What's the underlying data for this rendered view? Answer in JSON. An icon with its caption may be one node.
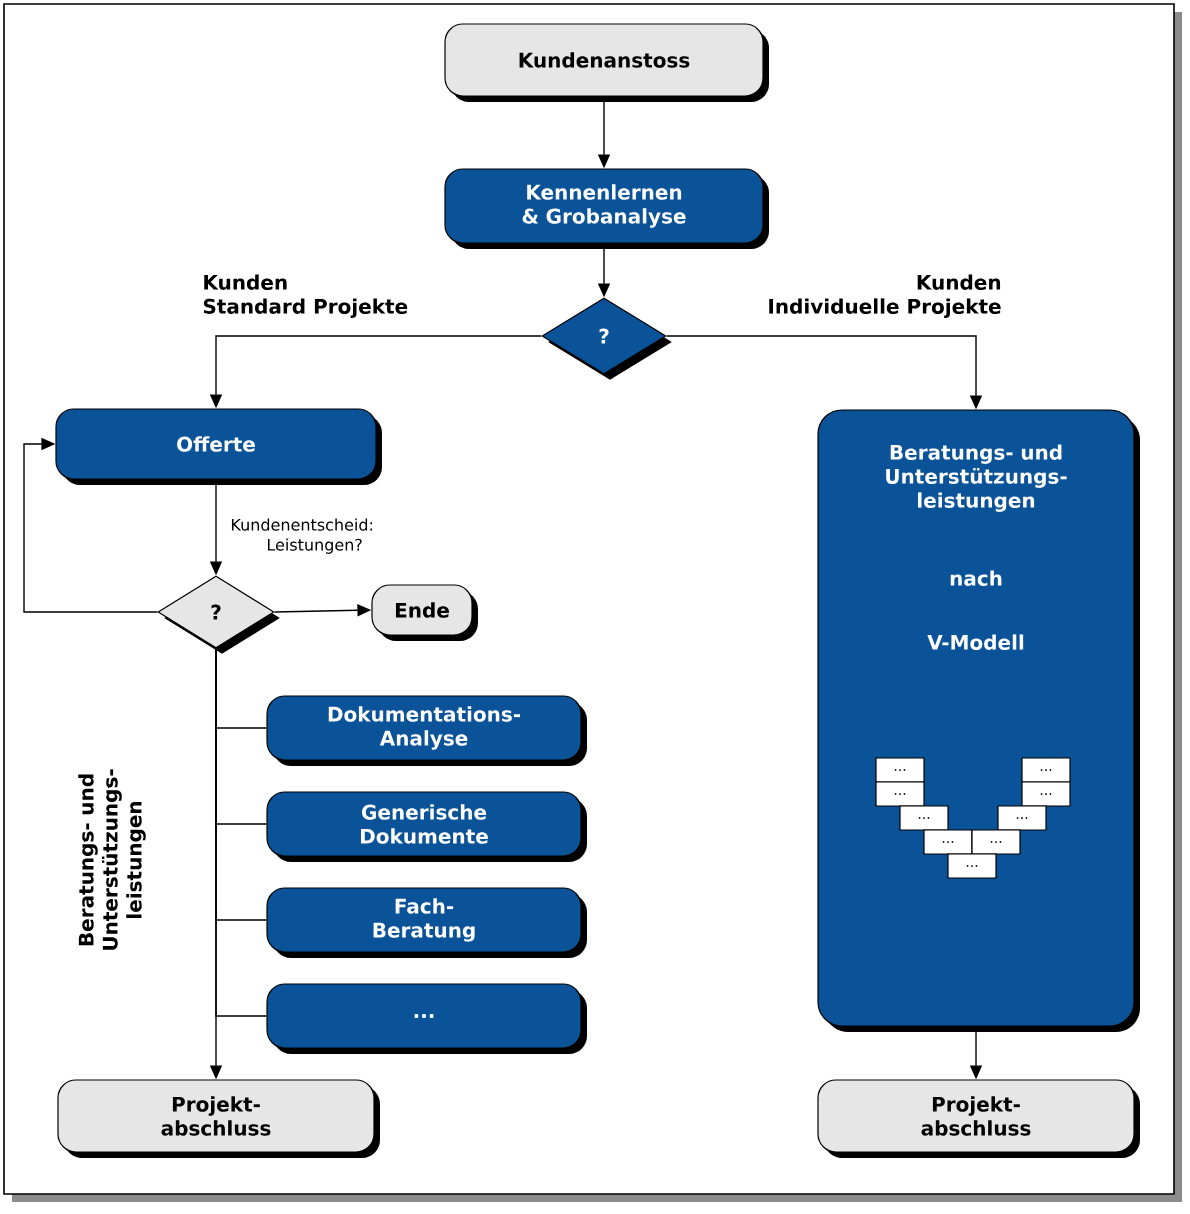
{
  "diagram": {
    "nodes": [
      {
        "text": [
          "Kundenanstoss"
        ]
      },
      {
        "text": [
          "Kennenlernen & Grobanalyse"
        ]
      },
      {
        "text": [
          "?"
        ]
      },
      {
        "text": [
          "Offerte"
        ]
      },
      {
        "text": [
          "?"
        ]
      },
      {
        "text": [
          "Ende"
        ]
      },
      {
        "text": [
          "Beratungs- und Unterstützungs- leistungen",
          "nach",
          "V-Modell"
        ]
      },
      {
        "text": [
          "..."
        ],
        "in": 6
      },
      {
        "text": [
          "..."
        ],
        "in": 6
      },
      {
        "text": [
          "..."
        ],
        "in": 6
      },
      {
        "text": [
          "..."
        ],
        "in": 6
      },
      {
        "text": [
          "..."
        ],
        "in": 6
      },
      {
        "text": [
          "..."
        ],
        "in": 6
      },
      {
        "text": [
          "..."
        ],
        "in": 6
      },
      {
        "text": [
          "..."
        ],
        "in": 6
      },
      {
        "text": [
          "..."
        ],
        "in": 6
      },
      {
        "text": [
          "Dokumentations- Analyse"
        ]
      },
      {
        "text": [
          "Generische Dokumente"
        ]
      },
      {
        "text": [
          "Fach- Beratung"
        ]
      },
      {
        "text": [
          "..."
        ]
      },
      {
        "text": [
          "Projekt- abschluss"
        ]
      },
      {
        "text": [
          "Projekt- abschluss"
        ]
      }
    ],
    "edges": [
      {
        "from": 0,
        "to": 1,
        "arrow": "to"
      },
      {
        "from": 1,
        "to": 2,
        "arrow": "to"
      },
      {
        "from": 2,
        "to": 3,
        "arrow": "to",
        "label": "Kunden Standard Projekte"
      },
      {
        "from": 2,
        "to": 6,
        "arrow": "to",
        "label": "Kunden Individuelle Projekte"
      },
      {
        "from": 3,
        "to": 4,
        "arrow": "to",
        "label": "Kundenentscheid: Leistungen?"
      },
      {
        "from": 4,
        "to": 3,
        "arrow": "to"
      },
      {
        "from": 4,
        "to": 5,
        "arrow": "to"
      },
      {
        "from": 4,
        "to": 16,
        "arrow": "none"
      },
      {
        "from": 4,
        "to": 17,
        "arrow": "none"
      },
      {
        "from": 4,
        "to": 18,
        "arrow": "none"
      },
      {
        "from": 4,
        "to": 19,
        "arrow": "none"
      },
      {
        "from": 4,
        "to": 20,
        "arrow": "to"
      },
      {
        "from": 6,
        "to": 21,
        "arrow": "to"
      }
    ],
    "labels": [
      "Beratungs- und Unterstützungs- leistungen"
    ]
  }
}
